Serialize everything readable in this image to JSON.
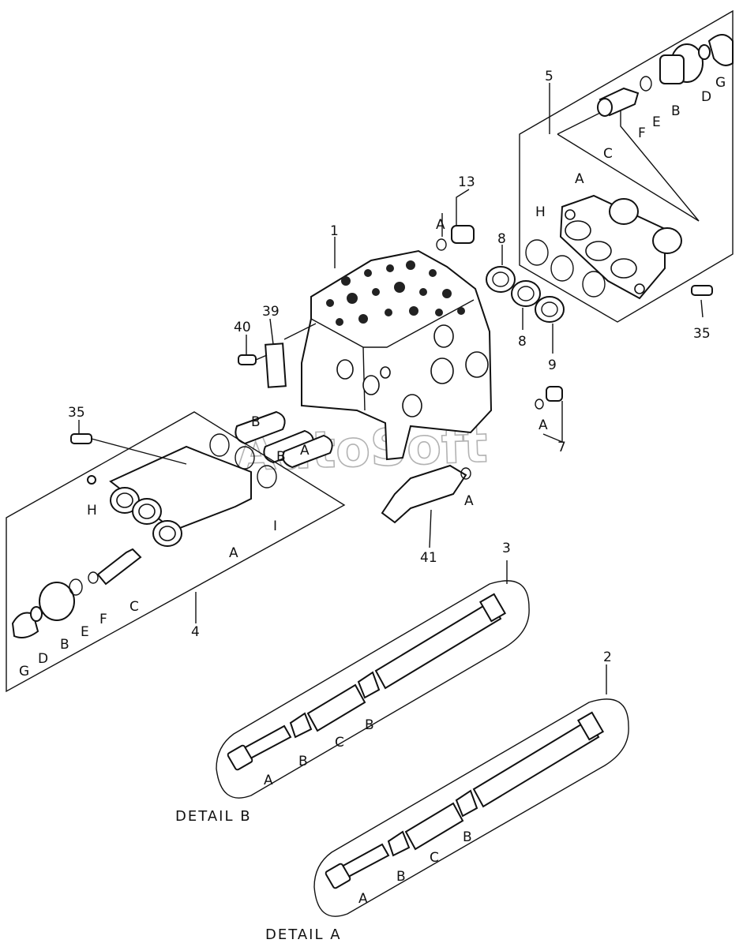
{
  "labels": {
    "l1": "1",
    "l2": "2",
    "l3": "3",
    "l4": "4",
    "l5": "5",
    "l7": "7",
    "l8a": "8",
    "l8b": "8",
    "l9": "9",
    "l13": "13",
    "l35a": "35",
    "l35b": "35",
    "l39": "39",
    "l40": "40",
    "l41": "41",
    "p5_A": "A",
    "p5_B": "B",
    "p5_C": "C",
    "p5_D": "D",
    "p5_E": "E",
    "p5_F": "F",
    "p5_G": "G",
    "p5_H": "H",
    "p13_A": "A",
    "p7_A": "A",
    "p41_A": "A",
    "p4_A": "A",
    "p4_B": "B",
    "p4_C": "C",
    "p4_D": "D",
    "p4_E": "E",
    "p4_F": "F",
    "p4_G": "G",
    "p4_H": "H",
    "p4_I": "I",
    "plug_B1": "B",
    "plug_B2": "B",
    "plug_A": "A",
    "p3_A": "A",
    "p3_B1": "B",
    "p3_B2": "B",
    "p3_C": "C",
    "p2_A": "A",
    "p2_B1": "B",
    "p2_B2": "B",
    "p2_C": "C"
  },
  "captions": {
    "detail_b": "DETAIL B",
    "detail_a": "DETAIL A"
  },
  "watermark": "AutoSoft"
}
